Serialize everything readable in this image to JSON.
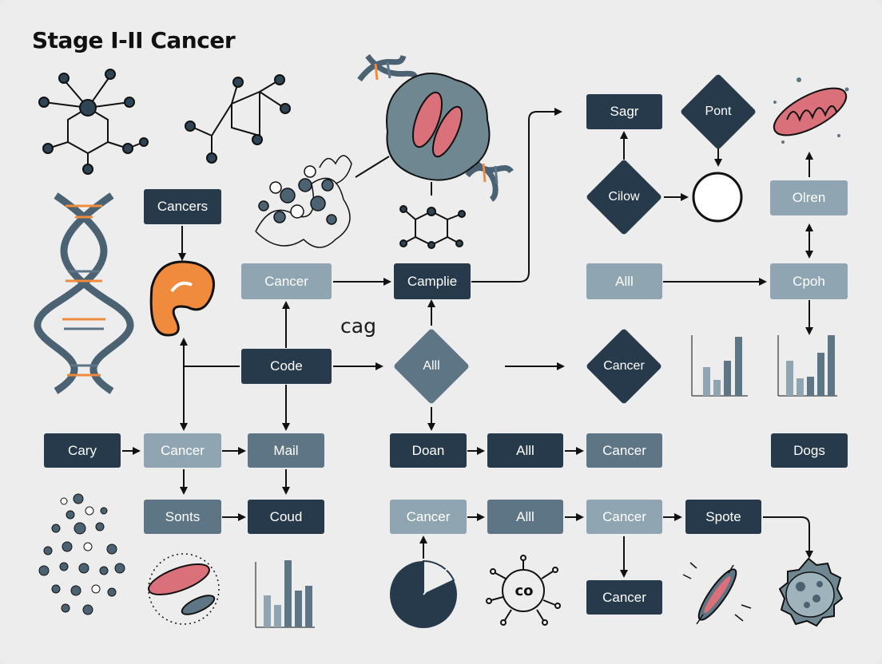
{
  "title": "Stage I-II Cancer",
  "floating_label": "cag",
  "nodes": {
    "cancers": "Cancers",
    "cancer_top": "Cancer",
    "campule": "Camplie",
    "sagr": "Sagr",
    "pont": "Pont",
    "cilow": "Cilow",
    "olren": "Olren",
    "alll_row2": "Alll",
    "cpoh": "Cpoh",
    "code": "Code",
    "alll_diamond": "Alll",
    "cancer_diamond": "Cancer",
    "cary": "Cary",
    "cancer_row3": "Cancer",
    "mail": "Mail",
    "doan": "Doan",
    "alll_row3": "Alll",
    "cancer_row3b": "Cancer",
    "dogs": "Dogs",
    "sonts": "Sonts",
    "coud": "Coud",
    "cancer_row4": "Cancer",
    "alll_row4": "Alll",
    "cancer_row4b": "Cancer",
    "spote": "Spote",
    "cancer_bottom": "Cancer",
    "co_text": "co"
  },
  "colors": {
    "dark": "#263a4b",
    "mid": "#5d7585",
    "light": "#8fa5b1",
    "accent_orange": "#f08a3c",
    "accent_pink": "#d9707a"
  },
  "icons": [
    "molecule-icon",
    "dna-helix-icon",
    "cell-icon",
    "bar-chart-icon",
    "pie-chart-icon",
    "mitochondria-icon",
    "bacteria-icon",
    "virus-icon"
  ]
}
